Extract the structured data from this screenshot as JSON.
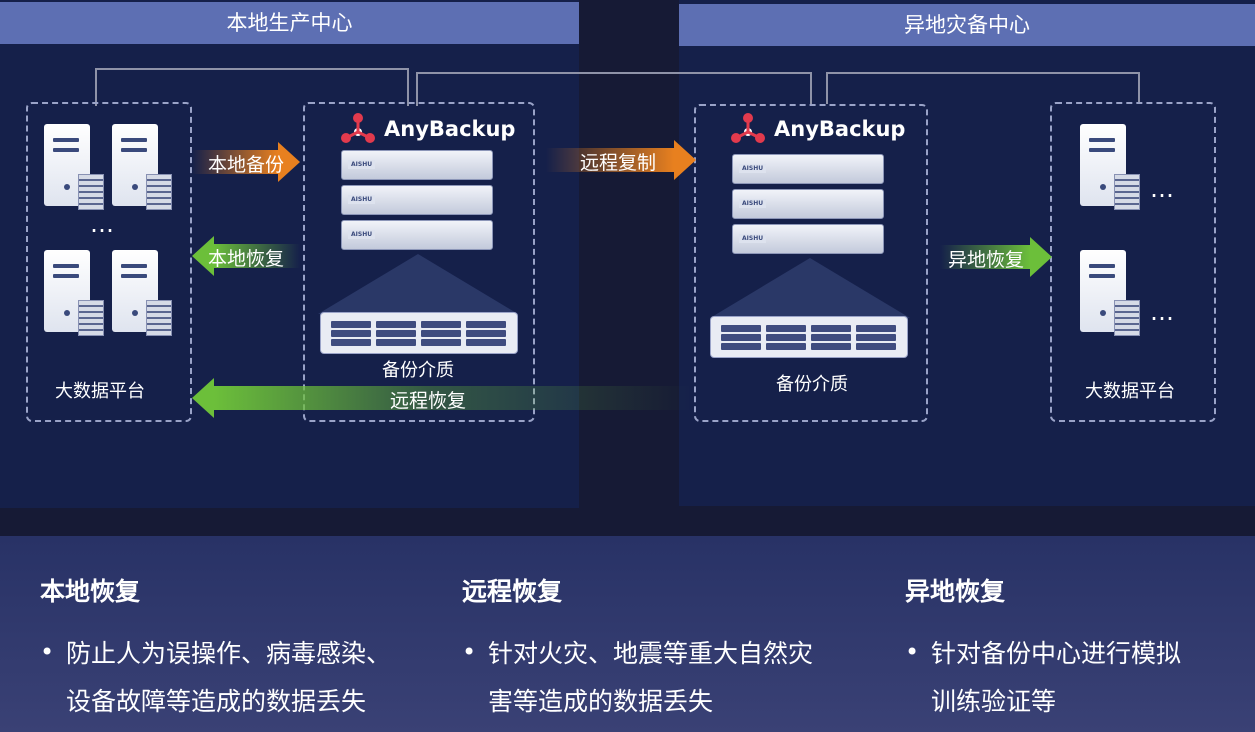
{
  "regions": {
    "local": {
      "title": "本地生产中心"
    },
    "remote": {
      "title": "异地灾备中心"
    }
  },
  "logo": {
    "text": "AnyBackup"
  },
  "rack_tag": "AISHU",
  "nodes": {
    "local_platform": "大数据平台",
    "local_media": "备份介质",
    "remote_media": "备份介质",
    "remote_platform": "大数据平台",
    "ellipsis": "…"
  },
  "arrows": {
    "local_backup": "本地备份",
    "local_restore": "本地恢复",
    "remote_copy": "远程复制",
    "offsite_restore": "异地恢复",
    "remote_restore": "远程恢复"
  },
  "colors": {
    "orange": "#e8801f",
    "green": "#6cbf3a",
    "header": "#5d6fb3",
    "panel": "#15204a"
  },
  "features": [
    {
      "title": "本地恢复",
      "bullet": "•",
      "line1": "防止人为误操作、病毒感染、",
      "line2": "设备故障等造成的数据丢失"
    },
    {
      "title": "远程恢复",
      "bullet": "•",
      "line1": "针对火灾、地震等重大自然灾",
      "line2": "害等造成的数据丢失"
    },
    {
      "title": "异地恢复",
      "bullet": "•",
      "line1": "针对备份中心进行模拟",
      "line2": "训练验证等"
    }
  ]
}
